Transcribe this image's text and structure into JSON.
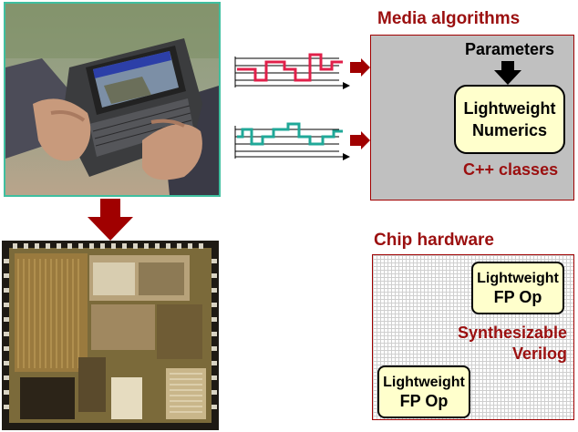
{
  "media": {
    "title": "Media algorithms",
    "parameters": "Parameters",
    "numerics_line1": "Lightweight",
    "numerics_line2": "Numerics",
    "classes": "C++ classes"
  },
  "hardware": {
    "title": "Chip hardware",
    "fp1_line1": "Lightweight",
    "fp1_line2": "FP Op",
    "fp2_line1": "Lightweight",
    "fp2_line2": "FP Op",
    "synth_line1": "Synthesizable",
    "synth_line2": "Verilog"
  },
  "colors": {
    "heading": "#9b0f0f",
    "arrow": "#a00000",
    "signal_red": "#e0204a",
    "signal_teal": "#20a898",
    "box_fill": "#ffffcc",
    "media_box": "#c0c0c0",
    "photo_border": "#3fbf9f"
  },
  "icons": {
    "arrow_big": "red-block-arrow-icon",
    "arrow_param": "black-down-arrow-icon"
  }
}
